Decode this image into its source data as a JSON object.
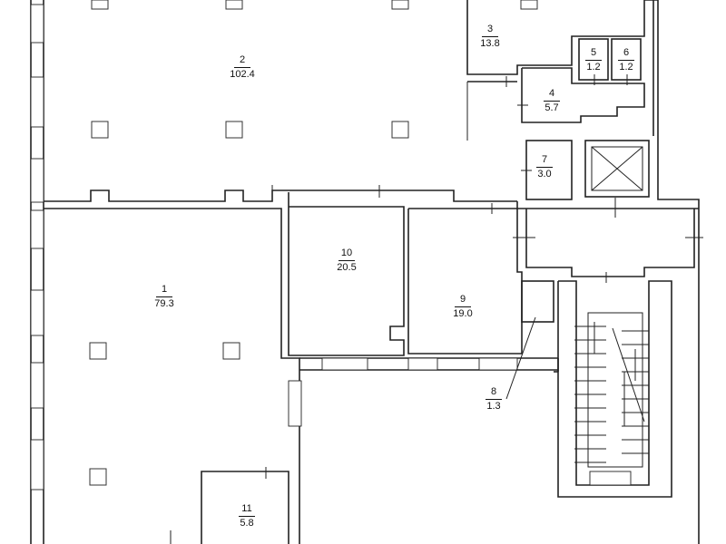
{
  "rooms": [
    {
      "number": "1",
      "area": "79.3"
    },
    {
      "number": "2",
      "area": "102.4"
    },
    {
      "number": "3",
      "area": "13.8"
    },
    {
      "number": "4",
      "area": "5.7"
    },
    {
      "number": "5",
      "area": "1.2"
    },
    {
      "number": "6",
      "area": "1.2"
    },
    {
      "number": "7",
      "area": "3.0"
    },
    {
      "number": "8",
      "area": "1.3"
    },
    {
      "number": "9",
      "area": "19.0"
    },
    {
      "number": "10",
      "area": "20.5"
    },
    {
      "number": "11",
      "area": "5.8"
    }
  ]
}
